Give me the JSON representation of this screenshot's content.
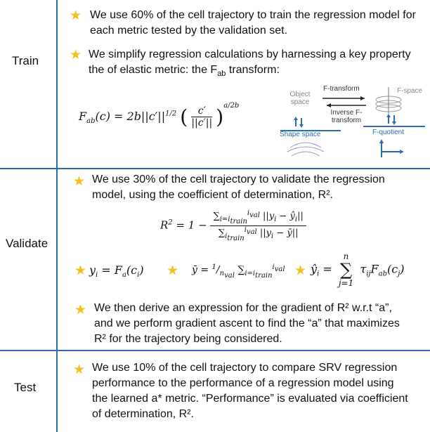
{
  "sections": {
    "train": {
      "label": "Train",
      "bullet1": "We use 60% of the cell trajectory to train the regression model for each metric tested by the validation set.",
      "bullet2_line1": "We simplify regression calculations by harnessing a key property",
      "bullet2_line2": "the of elastic metric: the F",
      "bullet2_sub": "ab",
      "bullet2_end": " transform:"
    },
    "validate": {
      "label": "Validate",
      "bullet1_line1": "We use 30% of the cell trajectory to validate the regression",
      "bullet1_line2": "model, using the coefficient of determination, R².",
      "bullet2_line1": "We then derive an expression for the gradient of R² w.r.t “a”,",
      "bullet2_line2": "and we perform gradient ascent to find the “a” that maximizes",
      "bullet2_line3": "R² for the trajectory being considered."
    },
    "test": {
      "label": "Test",
      "bullet1_line1": "We use 10% of the cell trajectory to compare SRV regression",
      "bullet1_line2": "performance to the performance of a regression model using",
      "bullet1_line3": "the learned a* metric. “Performance” is evaluated via coefficient",
      "bullet1_line4": "of determination, R²."
    }
  },
  "diagram": {
    "object_space": "Object space",
    "f_transform": "F-transform",
    "inverse_f_transform": "Inverse F-transform",
    "f_space": "F-space",
    "shape_space": "Shape space",
    "f_quotient": "F-quotient"
  },
  "colors": {
    "accent": "#2a6db5",
    "star": "#f2c122"
  }
}
